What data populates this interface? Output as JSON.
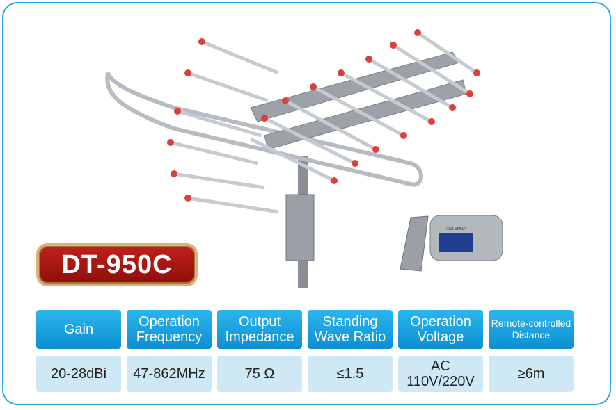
{
  "model": "DT-950C",
  "remote_label": "ANTENNA",
  "specs": [
    {
      "label": "Gain",
      "value": "20-28dBi"
    },
    {
      "label": "Operation\nFrequency",
      "value": "47-862MHz"
    },
    {
      "label": "Output\nImpedance",
      "value": "75 Ω"
    },
    {
      "label": "Standing\nWave Ratio",
      "value": "≤1.5"
    },
    {
      "label": "Operation\nVoltage",
      "value": "AC\n110V/220V"
    },
    {
      "label": "Remote-controlled\nDistance",
      "value": "≥6m"
    }
  ],
  "colors": {
    "frame": "#29abe2",
    "header": "#1ea3e0",
    "value_bg": "#cfe8f5",
    "badge": "#b3181a",
    "tips": "#d9413a"
  }
}
